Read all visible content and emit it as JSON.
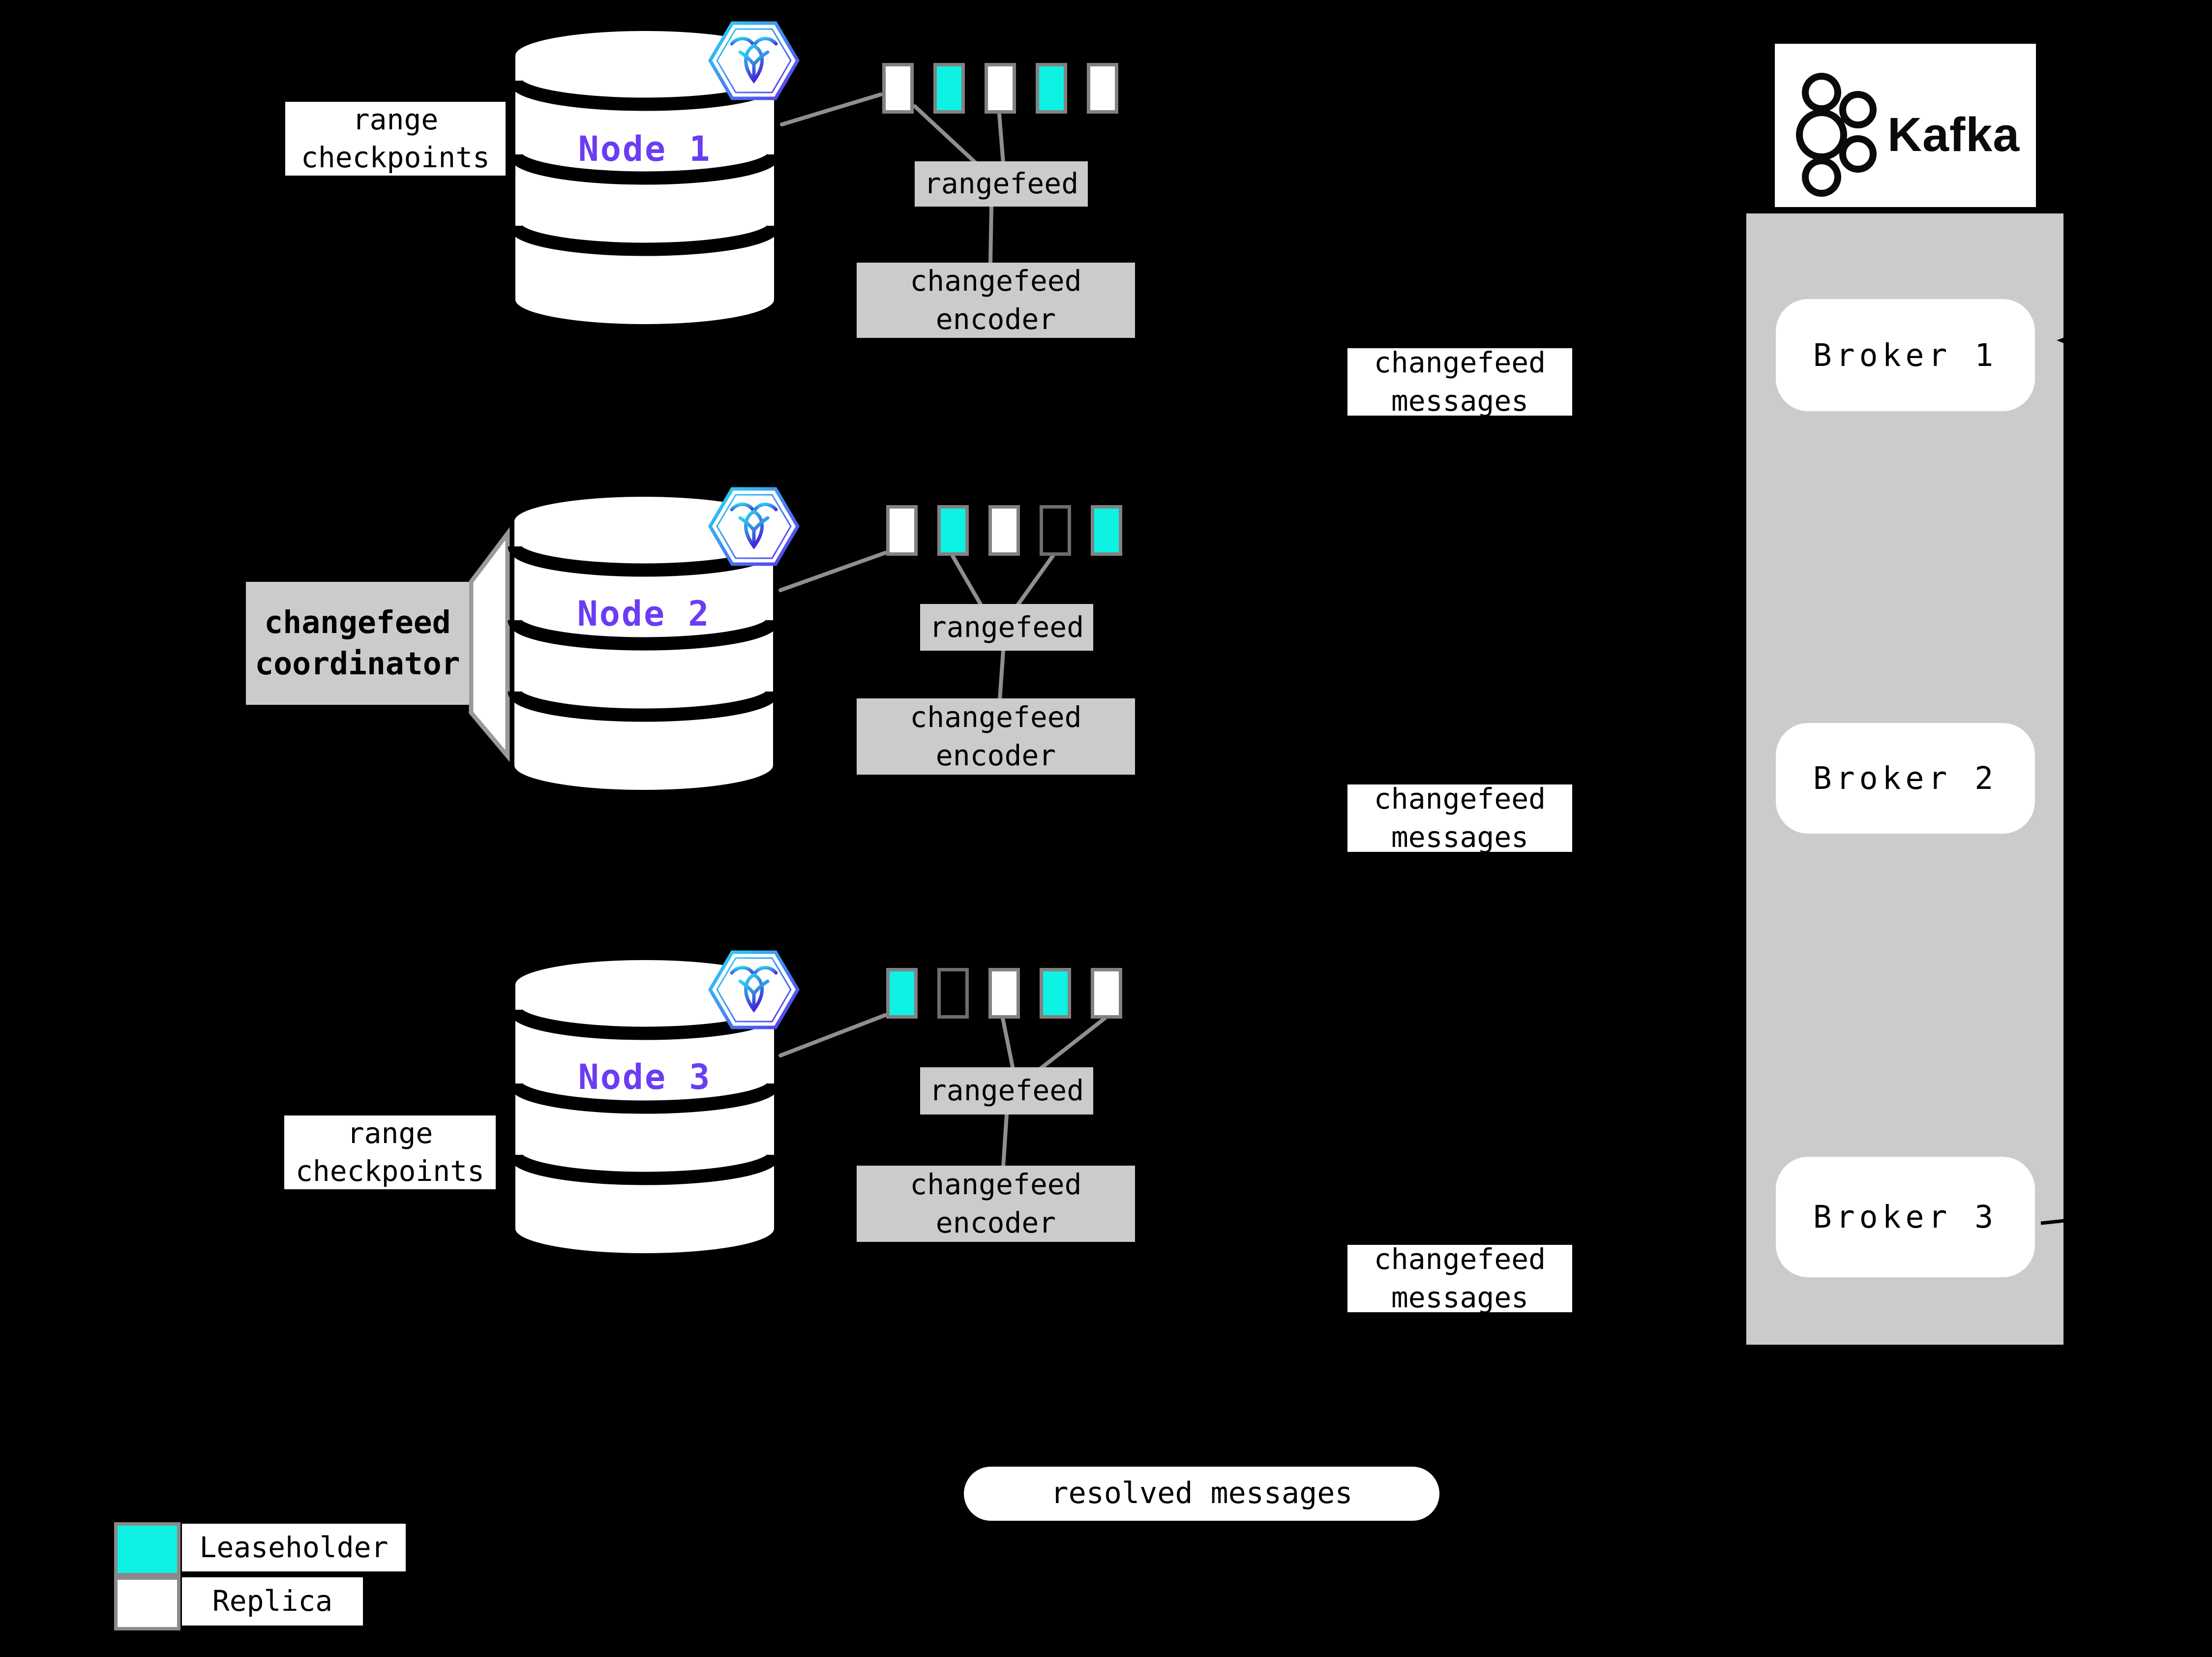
{
  "colors": {
    "leaseholder": "#0ef2e4",
    "replica": "#ffffff",
    "outline_fill": "#000000",
    "node_label": "#6a3df2",
    "box_gray": "#cbcbcb",
    "connector_gray": "#8f8f8f",
    "swatch_border": "#8a8a8a",
    "crdb_gradient_start": "#2adbf2",
    "crdb_gradient_end": "#5b32f0"
  },
  "nodes": [
    {
      "name": "Node 1",
      "icon": "cockroachdb-icon",
      "checkpoint_label": {
        "line1": "range",
        "line2": "checkpoints"
      },
      "replicas": [
        "replica",
        "leaseholder",
        "replica",
        "leaseholder",
        "replica"
      ],
      "rangefeed_label": "rangefeed",
      "encoder_label": {
        "line1": "changefeed",
        "line2": "encoder"
      }
    },
    {
      "name": "Node 2",
      "icon": "cockroachdb-icon",
      "coordinator_label": {
        "line1": "changefeed",
        "line2": "coordinator"
      },
      "replicas": [
        "replica",
        "leaseholder",
        "replica",
        "outline",
        "leaseholder"
      ],
      "rangefeed_label": "rangefeed",
      "encoder_label": {
        "line1": "changefeed",
        "line2": "encoder"
      }
    },
    {
      "name": "Node 3",
      "icon": "cockroachdb-icon",
      "checkpoint_label": {
        "line1": "range",
        "line2": "checkpoints"
      },
      "replicas": [
        "leaseholder",
        "outline",
        "replica",
        "leaseholder",
        "replica"
      ],
      "rangefeed_label": "rangefeed",
      "encoder_label": {
        "line1": "changefeed",
        "line2": "encoder"
      }
    }
  ],
  "flow_labels": {
    "changefeed_messages": {
      "line1": "changefeed",
      "line2": "messages"
    },
    "resolved_messages": "resolved messages"
  },
  "kafka": {
    "brand": "Kafka",
    "logo_icon": "kafka-logo-icon",
    "brokers": [
      {
        "label": "Broker 1"
      },
      {
        "label": "Broker 2"
      },
      {
        "label": "Broker 3"
      }
    ]
  },
  "legend": {
    "items": [
      {
        "type": "leaseholder",
        "label": "Leaseholder"
      },
      {
        "type": "replica",
        "label": "Replica"
      }
    ]
  }
}
